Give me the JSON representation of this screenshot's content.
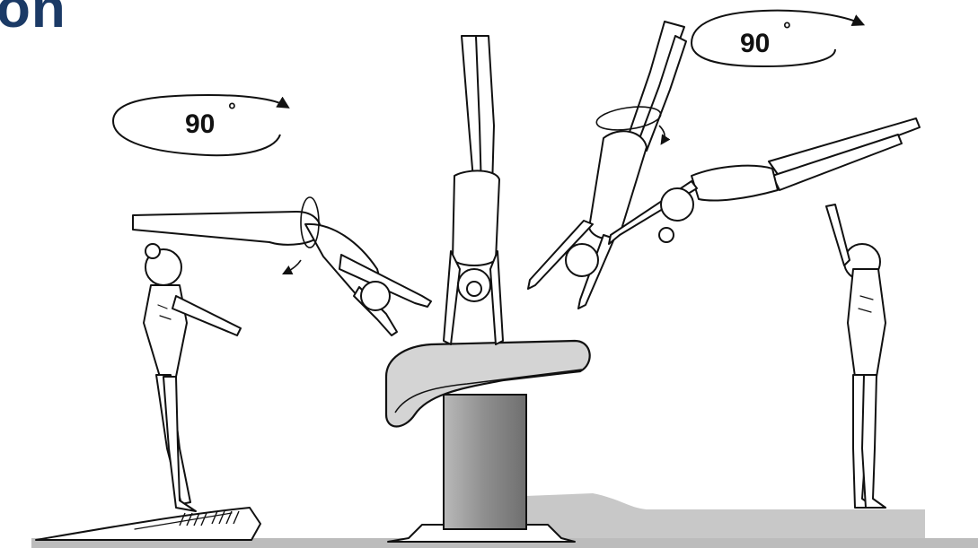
{
  "header": {
    "title_fragment": "on"
  },
  "rotation_left": {
    "angle": "90",
    "unit": "°"
  },
  "rotation_right": {
    "angle": "90",
    "unit": "°"
  },
  "colors": {
    "heading": "#1b3a66",
    "outline": "#111111",
    "apparatus_fill": "#d4d4d4",
    "pillar_fill": "#9a9a9a",
    "landing_mat": "#c8c8c8",
    "floor": "#bcbcbc"
  }
}
